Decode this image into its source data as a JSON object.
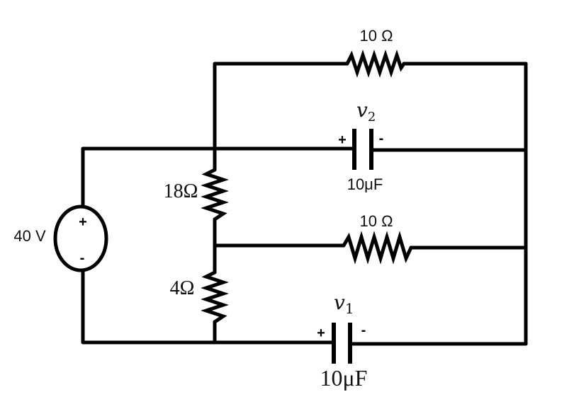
{
  "source": {
    "voltage": "40 V",
    "plus": "+",
    "minus": "-"
  },
  "resistors": {
    "r_top": {
      "label": "10 Ω"
    },
    "r_mid": {
      "label": "10 Ω"
    },
    "r_18": {
      "label": "18Ω"
    },
    "r_4": {
      "label": "4Ω"
    }
  },
  "capacitors": {
    "c_upper": {
      "voltage_label": "v",
      "voltage_sub": "2",
      "value": "10μF",
      "plus": "+",
      "minus": "-"
    },
    "c_lower": {
      "voltage_label": "v",
      "voltage_sub": "1",
      "value": "10μF",
      "plus": "+",
      "minus": "-"
    }
  }
}
